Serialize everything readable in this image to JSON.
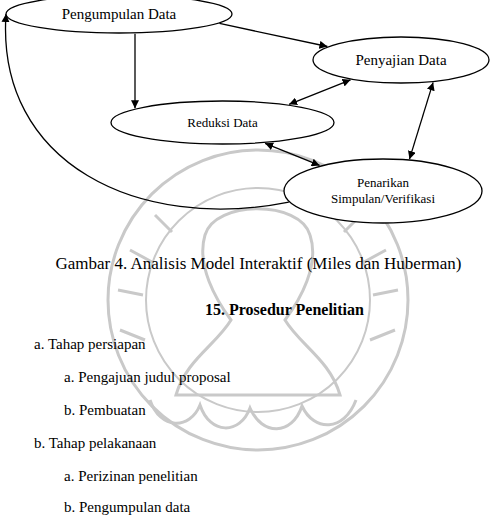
{
  "diagram": {
    "caption": "Gambar 4. Analisis Model Interaktif (Miles dan Huberman)",
    "nodes": [
      {
        "text": [
          "Pengumpulan Data"
        ]
      },
      {
        "text": [
          "Penyajian Data"
        ]
      },
      {
        "text": [
          "Reduksi Data"
        ]
      },
      {
        "text": [
          "Penarikan Simpulan/Verifikasi"
        ]
      }
    ],
    "edges": [
      {
        "from": 0,
        "to": 1,
        "arrow": "to"
      },
      {
        "from": 0,
        "to": 2,
        "arrow": "to"
      },
      {
        "from": 2,
        "to": 1,
        "arrow": "both"
      },
      {
        "from": 2,
        "to": 3,
        "arrow": "both"
      },
      {
        "from": 1,
        "to": 3,
        "arrow": "both"
      },
      {
        "from": 3,
        "to": 0,
        "arrow": "to"
      }
    ],
    "labels": [
      "15. Prosedur Penelitian",
      "a. Tahap persiapan",
      "a. Pengajuan judul proposal",
      "b. Pembuatan",
      "b. Tahap pelakanaan",
      "a. Perizinan penelitian",
      "b. Pengumpulan data"
    ]
  }
}
